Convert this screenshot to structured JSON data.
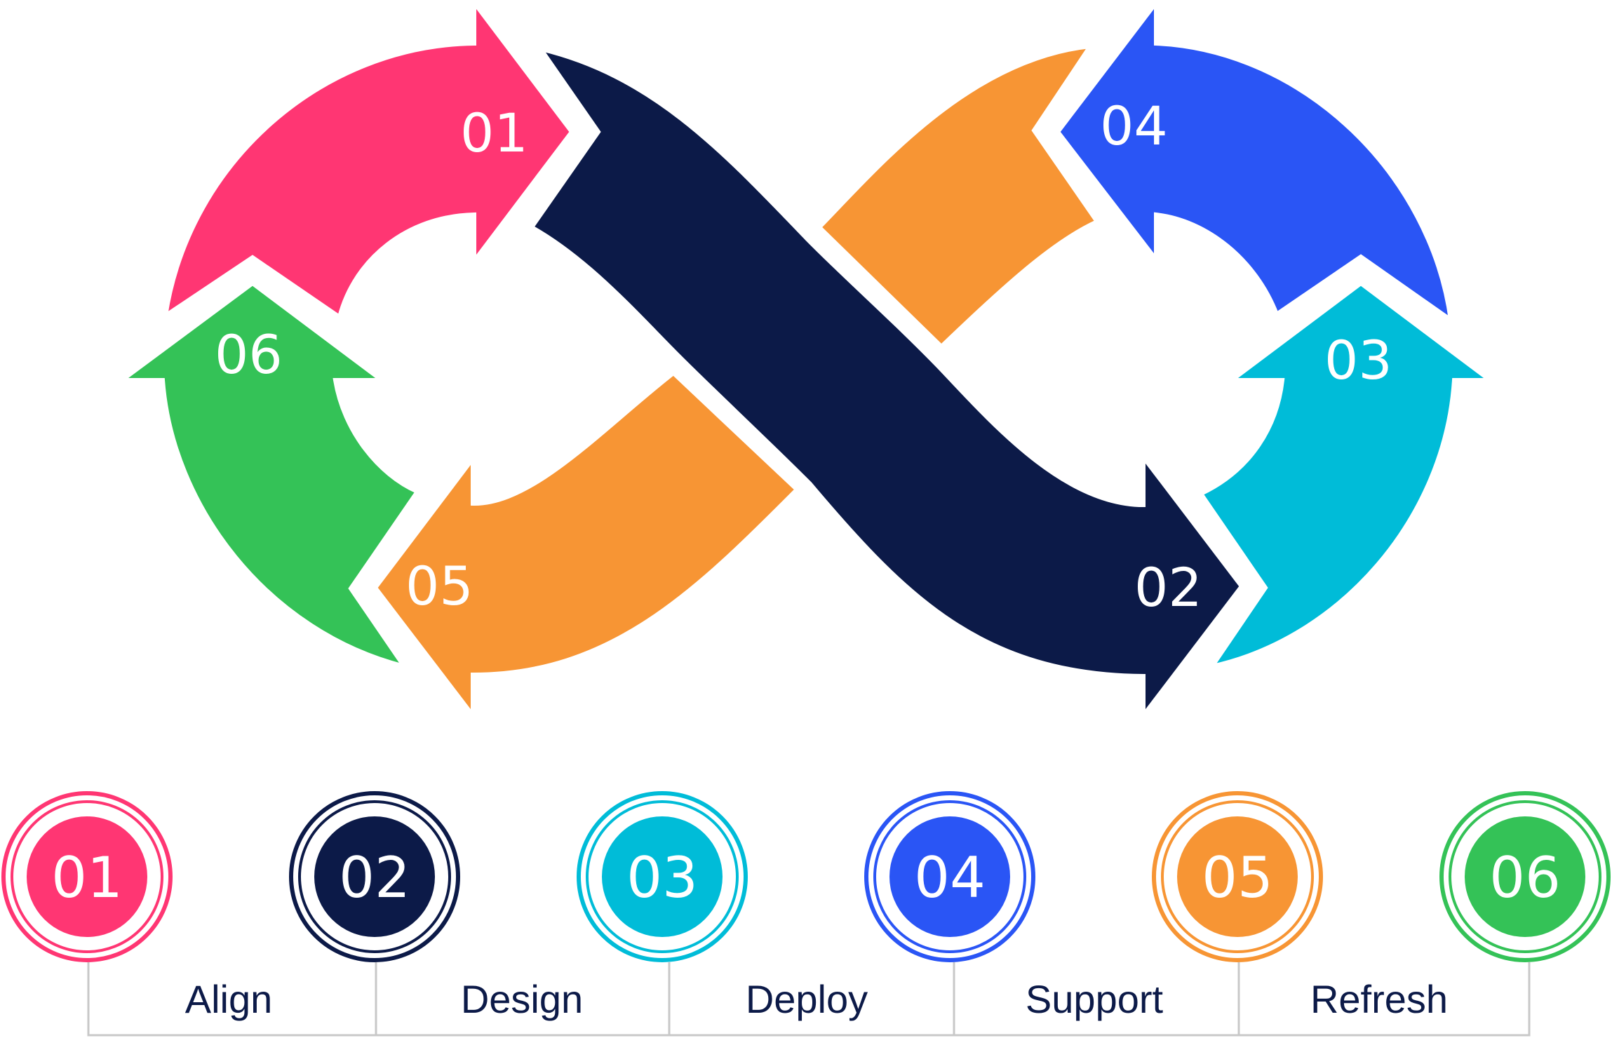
{
  "colors": {
    "step1": "#ff3673",
    "step2": "#0c1a48",
    "step3": "#00bcd8",
    "step4": "#2a55f5",
    "step5": "#f79534",
    "step6": "#34c257",
    "connector": "#c8c8c8",
    "label_text": "#0c1a48"
  },
  "steps": [
    {
      "num": "01",
      "label": "Align"
    },
    {
      "num": "02",
      "label": "Design"
    },
    {
      "num": "03",
      "label": "Deploy"
    },
    {
      "num": "04",
      "label": "Support"
    },
    {
      "num": "05",
      "label": "Refresh"
    },
    {
      "num": "06",
      "label": ""
    }
  ]
}
